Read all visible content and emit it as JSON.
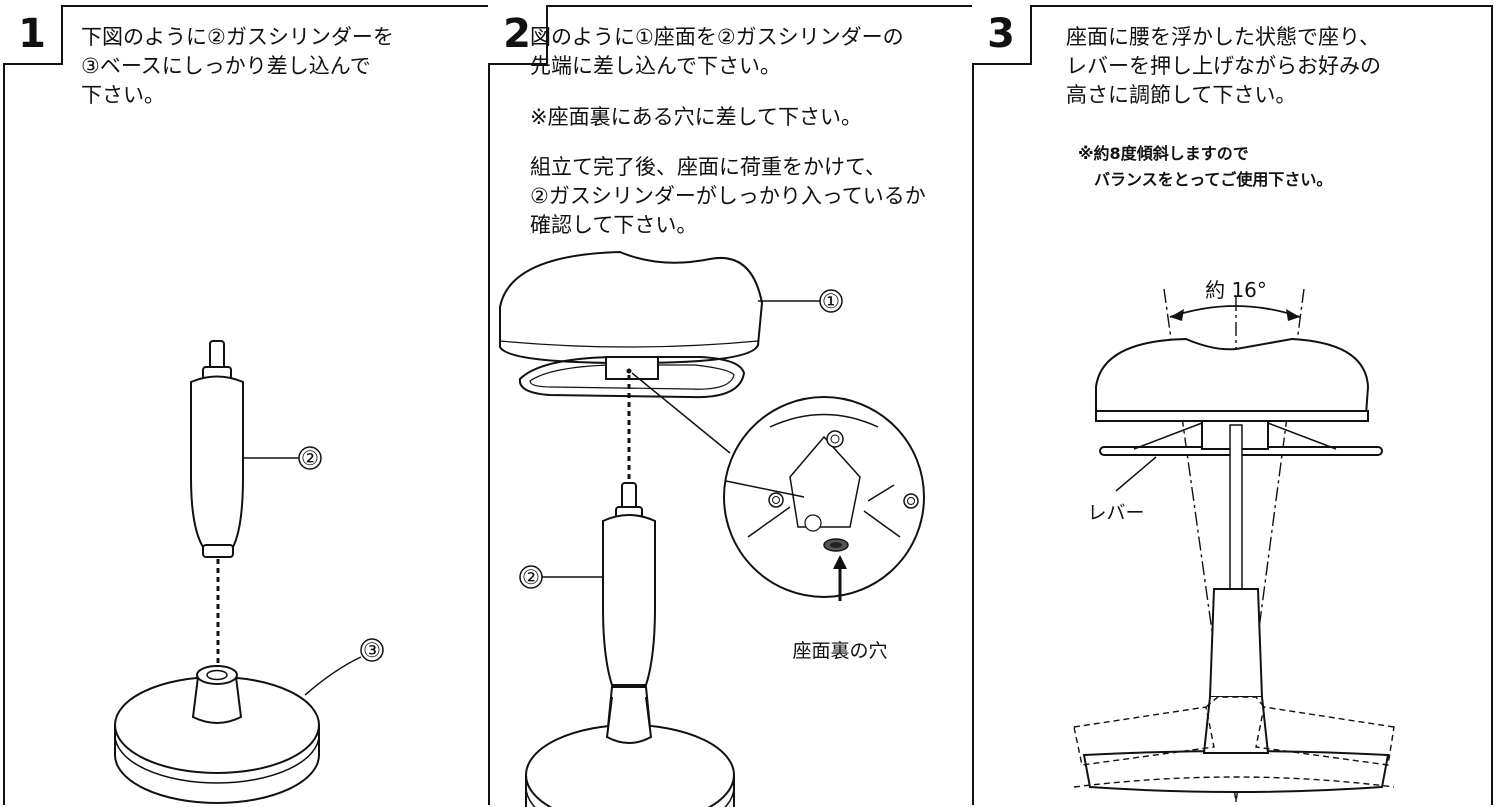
{
  "step1": {
    "number": "1",
    "text": "下図のように②ガスシリンダーを\n③ベースにしっかり差し込んで\n下さい。",
    "label_cylinder": "②",
    "label_base": "③"
  },
  "step2": {
    "number": "2",
    "text": "図のように①座面を②ガスシリンダーの\n先端に差し込んで下さい。",
    "note": "※座面裏にある穴に差して下さい。",
    "check": "組立て完了後、座面に荷重をかけて、\n②ガスシリンダーがしっかり入っているか\n確認して下さい。",
    "label_seat": "①",
    "label_cylinder": "②",
    "hole_label": "座面裏の穴"
  },
  "step3": {
    "number": "3",
    "text": "座面に腰を浮かした状態で座り、\nレバーを押し上げながらお好みの\n高さに調節して下さい。",
    "note": "※約8度傾斜しますので\n　バランスをとってご使用下さい。",
    "angle_label": "約 16°",
    "lever_label": "レバー"
  }
}
